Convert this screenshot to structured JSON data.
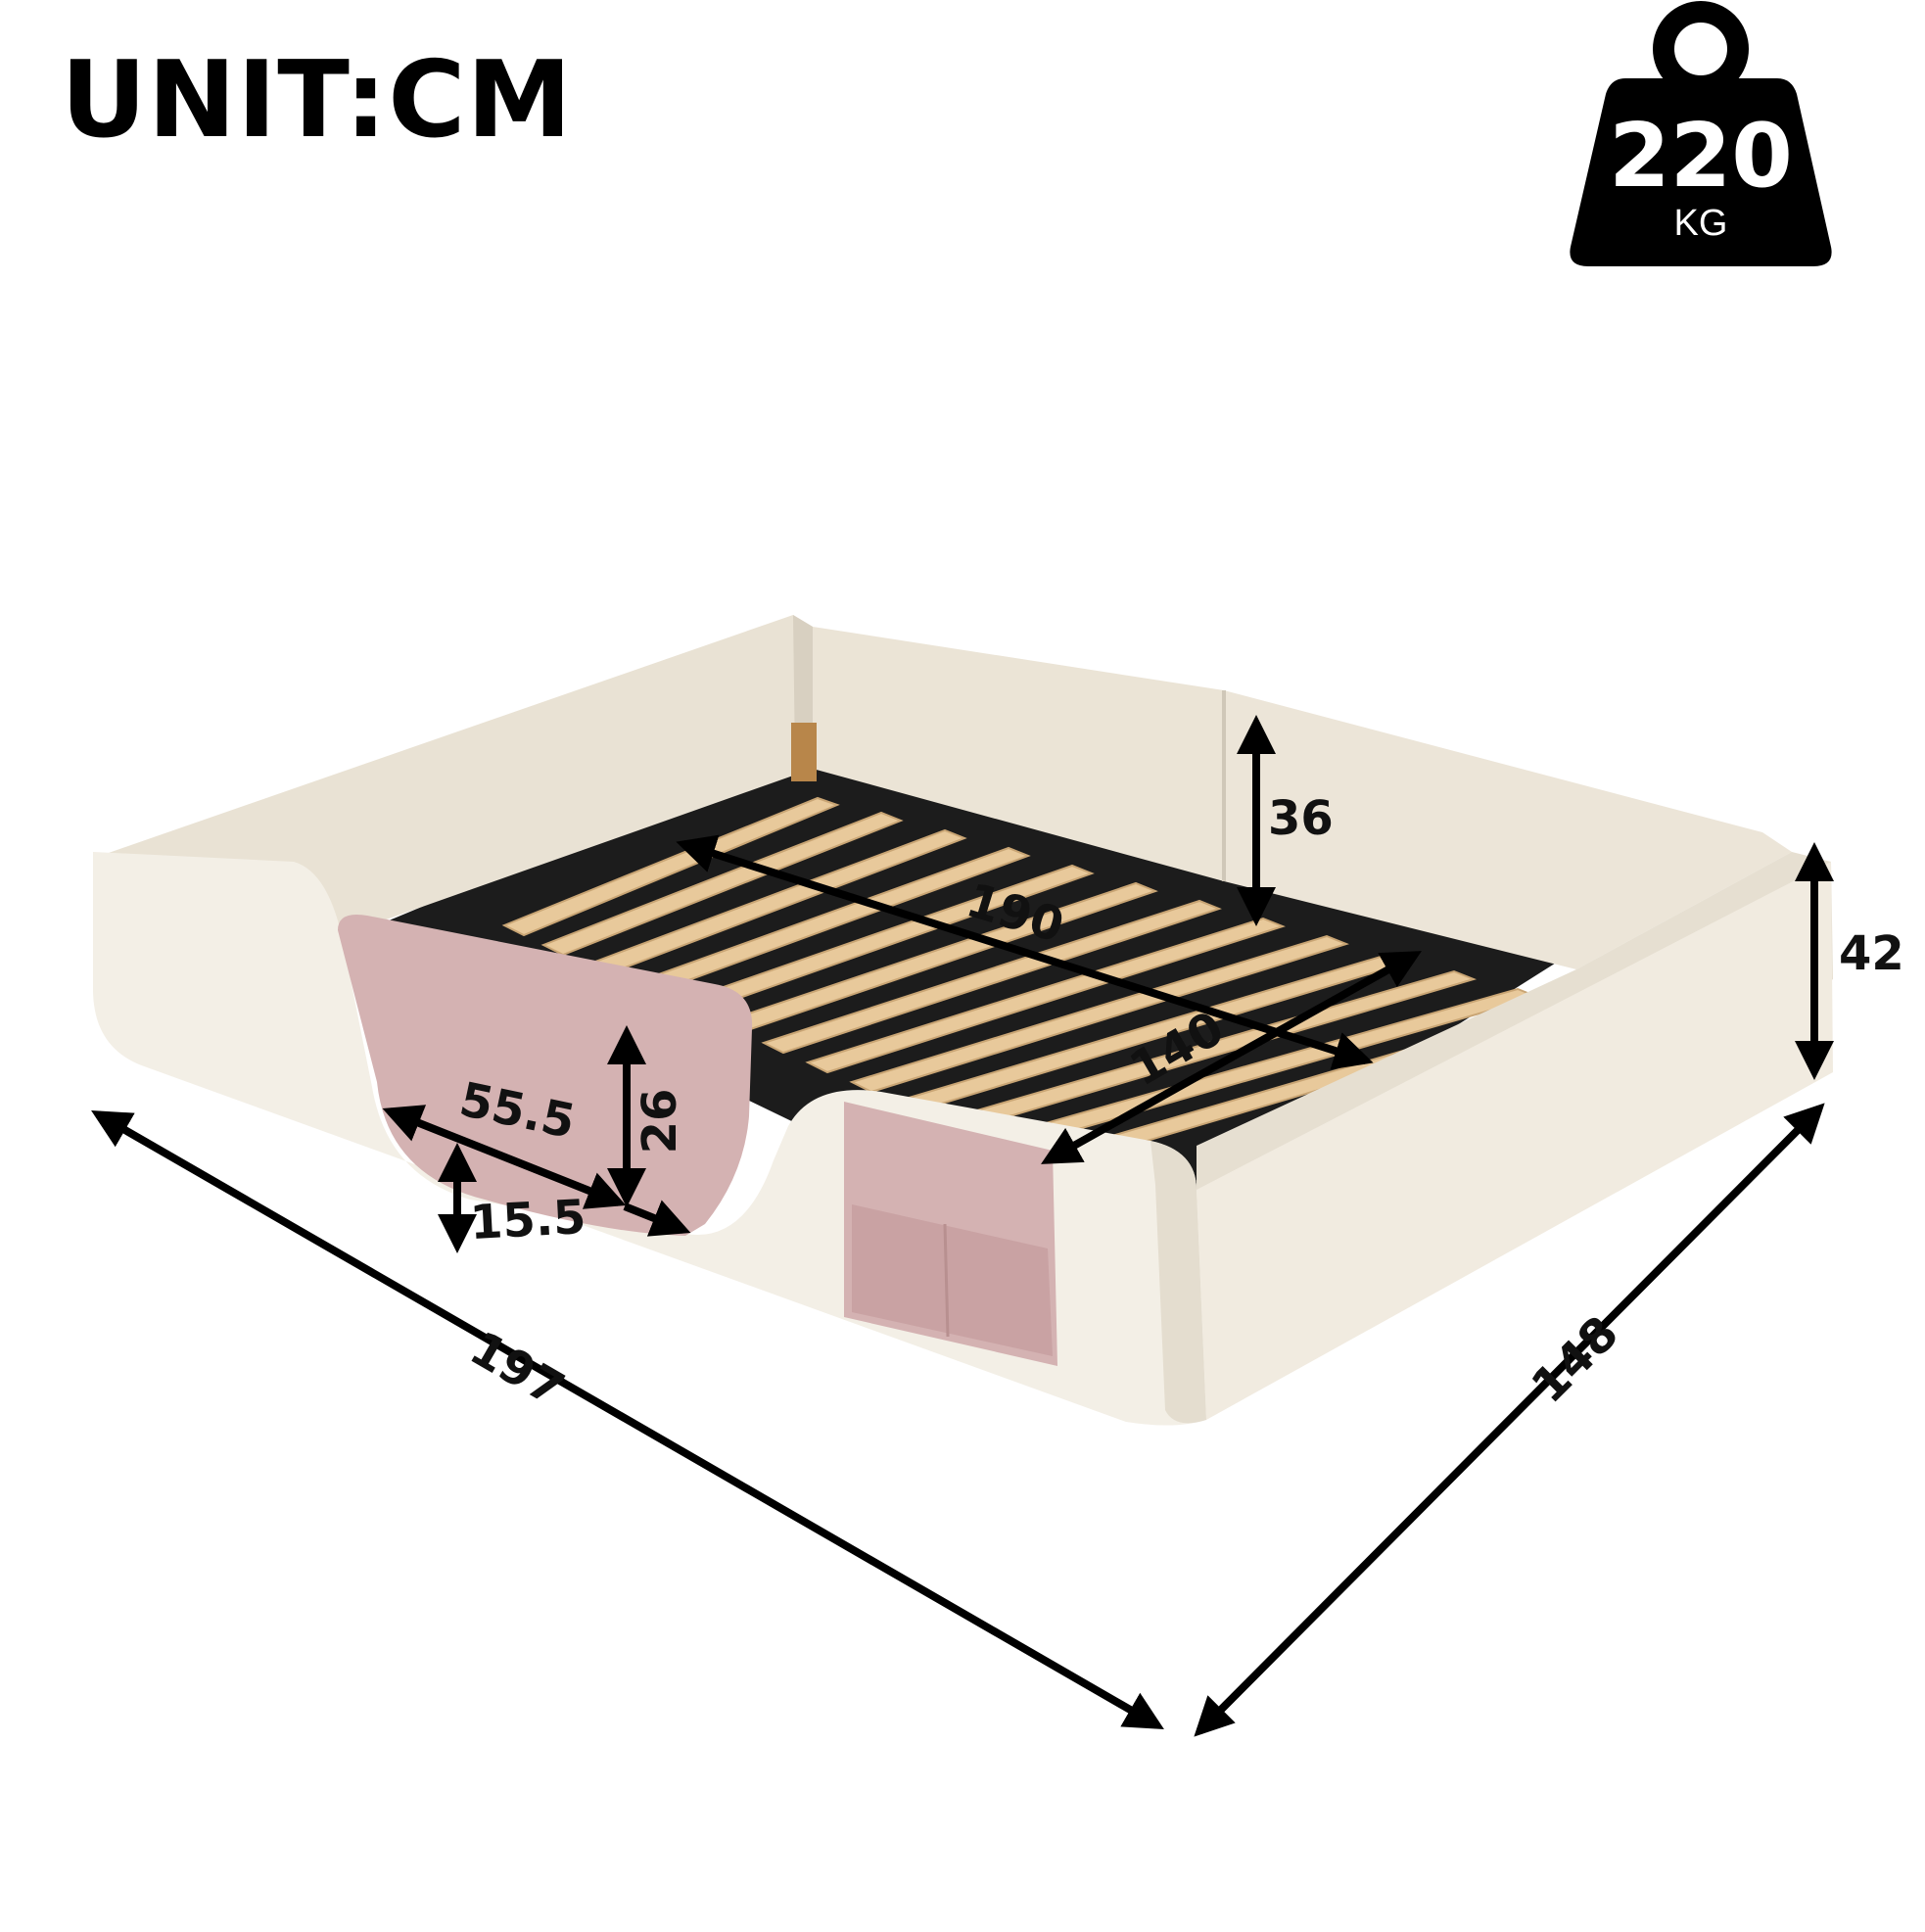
{
  "header": {
    "unit_label": "UNIT:CM"
  },
  "weight_badge": {
    "value": "220",
    "unit": "KG",
    "icon": "weight-icon"
  },
  "dimensions": {
    "overall_length": "197",
    "overall_width": "148",
    "overall_height": "42",
    "inner_length": "190",
    "inner_width": "140",
    "headboard_height": "36",
    "cutout_width": "55.5",
    "cutout_height": "26",
    "cutout_depth": "15.5"
  },
  "colors": {
    "frame_cream": "#efe9dd",
    "frame_shadow": "#d8d0c1",
    "pink_fabric": "#d4b2b2",
    "slat_wood": "#e8c99b",
    "base_dark": "#1c1c1c",
    "arrow": "#000000"
  }
}
